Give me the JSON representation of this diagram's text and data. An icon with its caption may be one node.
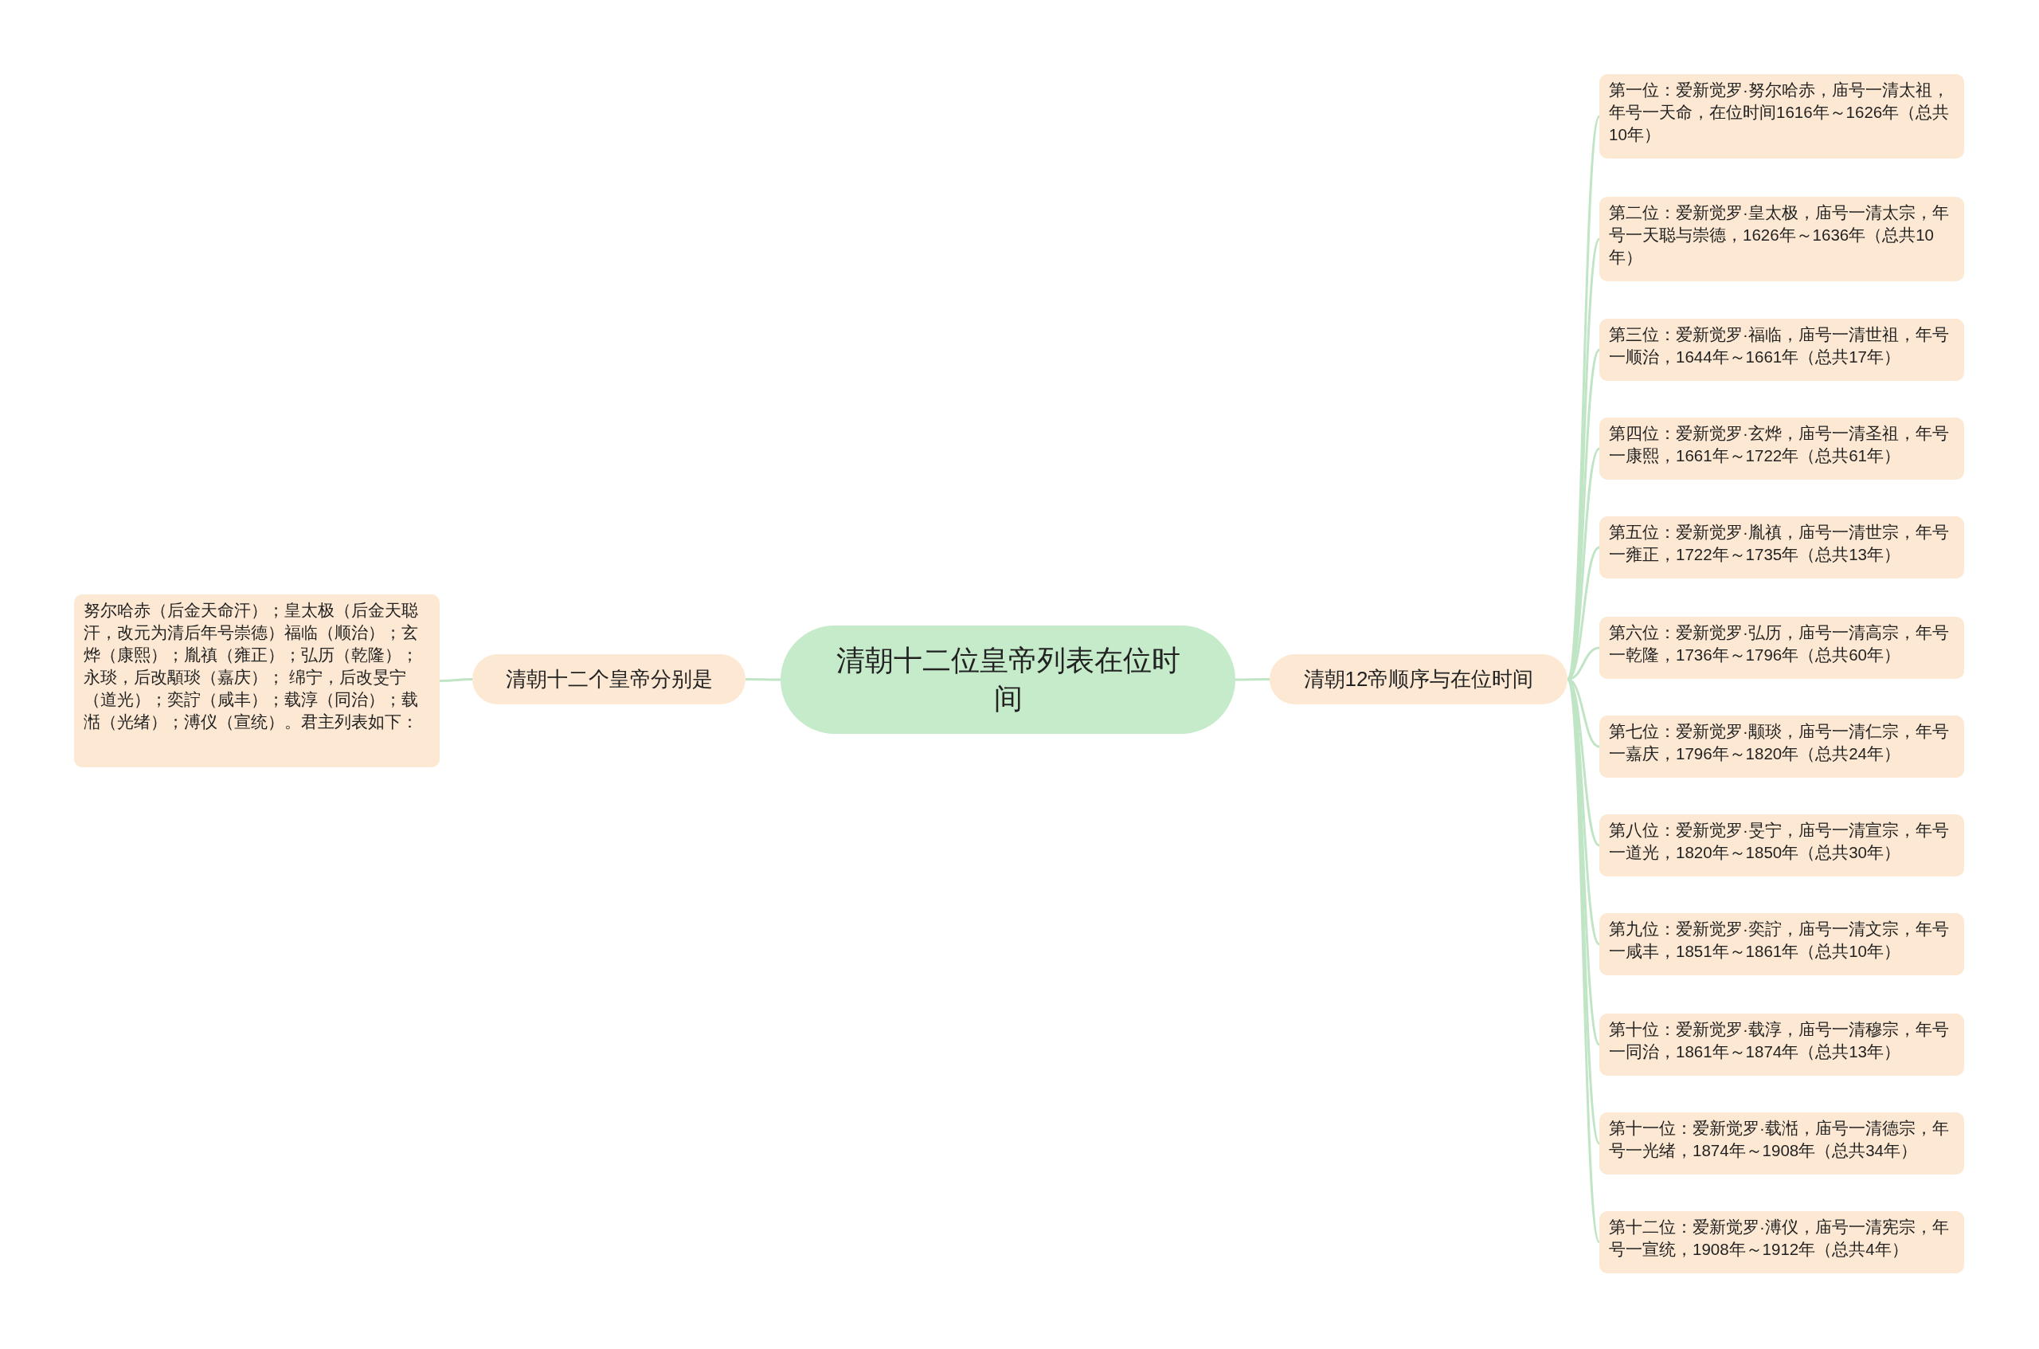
{
  "diagram": {
    "nodes": [
      {
        "text": [
          "清朝十二位皇帝列表在位时间"
        ]
      },
      {
        "text": [
          "清朝十二个皇帝分别是"
        ]
      },
      {
        "text": [
          "努尔哈赤（后金天命汗）；皇太极（后金天聪汗，改元为清后年号崇德）福临（顺治）；玄烨（康熙）；胤禛（雍正）；弘历（乾隆）；永琰，后改顒琰（嘉庆）； 绵宁，后改旻宁（道光）；奕詝（咸丰）；载淳（同治）；载湉（光绪）；溥仪（宣统）。君主列表如下："
        ]
      },
      {
        "text": [
          "清朝12帝顺序与在位时间"
        ]
      },
      {
        "text": [
          "第一位：爱新觉罗·努尔哈赤，庙号一清太祖，年号一天命，在位时间1616年～1626年（总共10年）"
        ]
      },
      {
        "text": [
          "第二位：爱新觉罗·皇太极，庙号一清太宗，年号一天聪与崇德，1626年～1636年（总共10年）"
        ]
      },
      {
        "text": [
          "第三位：爱新觉罗·福临，庙号一清世祖，年号一顺治，1644年～1661年（总共17年）"
        ]
      },
      {
        "text": [
          "第四位：爱新觉罗·玄烨，庙号一清圣祖，年号一康熙，1661年～1722年（总共61年）"
        ]
      },
      {
        "text": [
          "第五位：爱新觉罗·胤禛，庙号一清世宗，年号一雍正，1722年～1735年（总共13年）"
        ]
      },
      {
        "text": [
          "第六位：爱新觉罗·弘历，庙号一清高宗，年号一乾隆，1736年～1796年（总共60年）"
        ]
      },
      {
        "text": [
          "第七位：爱新觉罗·颙琰，庙号一清仁宗，年号一嘉庆，1796年～1820年（总共24年）"
        ]
      },
      {
        "text": [
          "第八位：爱新觉罗·旻宁，庙号一清宣宗，年号一道光，1820年～1850年（总共30年）"
        ]
      },
      {
        "text": [
          "第九位：爱新觉罗·奕詝，庙号一清文宗，年号一咸丰，1851年～1861年（总共10年）"
        ]
      },
      {
        "text": [
          "第十位：爱新觉罗·载淳，庙号一清穆宗，年号一同治，1861年～1874年（总共13年）"
        ]
      },
      {
        "text": [
          "第十一位：爱新觉罗·载湉，庙号一清德宗，年号一光绪，1874年～1908年（总共34年）"
        ]
      },
      {
        "text": [
          "第十二位：爱新觉罗·溥仪，庙号一清宪宗，年号一宣统，1908年～1912年（总共4年）"
        ]
      }
    ],
    "edges": [
      {
        "from": 0,
        "to": 1,
        "arrow": "none"
      },
      {
        "from": 1,
        "to": 2,
        "arrow": "none"
      },
      {
        "from": 0,
        "to": 3,
        "arrow": "none"
      },
      {
        "from": 3,
        "to": 4,
        "arrow": "none"
      },
      {
        "from": 3,
        "to": 5,
        "arrow": "none"
      },
      {
        "from": 3,
        "to": 6,
        "arrow": "none"
      },
      {
        "from": 3,
        "to": 7,
        "arrow": "none"
      },
      {
        "from": 3,
        "to": 8,
        "arrow": "none"
      },
      {
        "from": 3,
        "to": 9,
        "arrow": "none"
      },
      {
        "from": 3,
        "to": 10,
        "arrow": "none"
      },
      {
        "from": 3,
        "to": 11,
        "arrow": "none"
      },
      {
        "from": 3,
        "to": 12,
        "arrow": "none"
      },
      {
        "from": 3,
        "to": 13,
        "arrow": "none"
      },
      {
        "from": 3,
        "to": 14,
        "arrow": "none"
      },
      {
        "from": 3,
        "to": 15,
        "arrow": "none"
      }
    ]
  }
}
